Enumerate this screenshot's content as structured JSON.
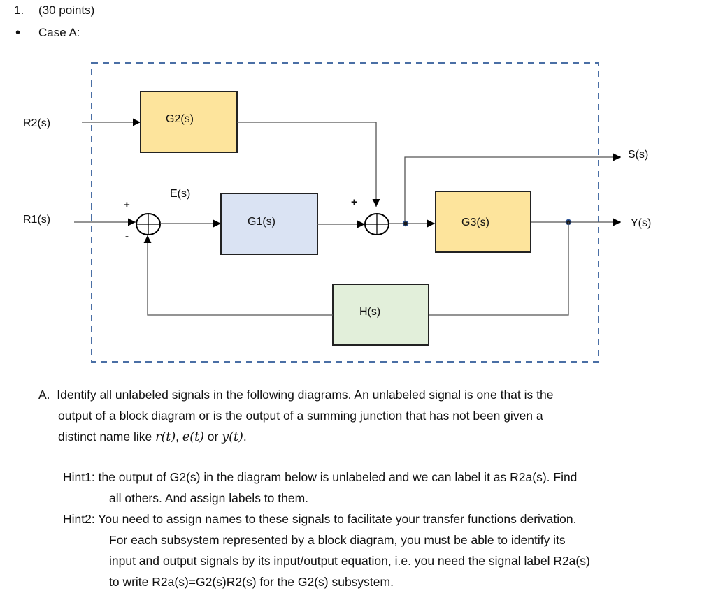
{
  "header": {
    "problem_number": "1.",
    "points": "(30 points)",
    "bullet": "•",
    "case_label": "Case A:"
  },
  "diagram": {
    "inputs": {
      "r2": "R2(s)",
      "r1": "R1(s)"
    },
    "outputs": {
      "s": "S(s)",
      "y": "Y(s)"
    },
    "blocks": {
      "g2": {
        "label": "G2(s)",
        "fill": "#FDE49C"
      },
      "g1": {
        "label": "G1(s)",
        "fill": "#DAE3F3"
      },
      "g3": {
        "label": "G3(s)",
        "fill": "#FDE49C"
      },
      "h": {
        "label": "H(s)",
        "fill": "#E2EFDA"
      }
    },
    "signals": {
      "error": "E(s)"
    },
    "junction1": {
      "plus": "+",
      "minus": "-"
    },
    "junction2": {
      "plus": "+"
    },
    "boundary_color": "#4A6FA5",
    "pickoff_color": "#2F5597"
  },
  "question": {
    "label": "A.",
    "line1": "Identify all unlabeled signals in the following diagrams. An unlabeled signal is one that is the",
    "line2": "output of a block diagram or is the output of a summing junction that has not been given a",
    "line3_prefix": "distinct name like ",
    "math_r": "r(t)",
    "comma": ", ",
    "math_e": "e(t)",
    "or": " or ",
    "math_y": "y(t)",
    "period": "."
  },
  "hints": [
    {
      "label": "Hint1:",
      "line1": "the output of G2(s) in the diagram below is unlabeled and we can label it as R2a(s). Find",
      "line2": "all others. And assign labels to them."
    },
    {
      "label": "Hint2:",
      "line1": "You need to assign names to these signals to facilitate your transfer functions derivation.",
      "line2": "For each subsystem represented by a block diagram, you must be able to identify its",
      "line3": "input and output signals by its input/output equation, i.e. you need the signal label R2a(s)",
      "line4": "to write R2a(s)=G2(s)R2(s) for the G2(s) subsystem."
    }
  ]
}
